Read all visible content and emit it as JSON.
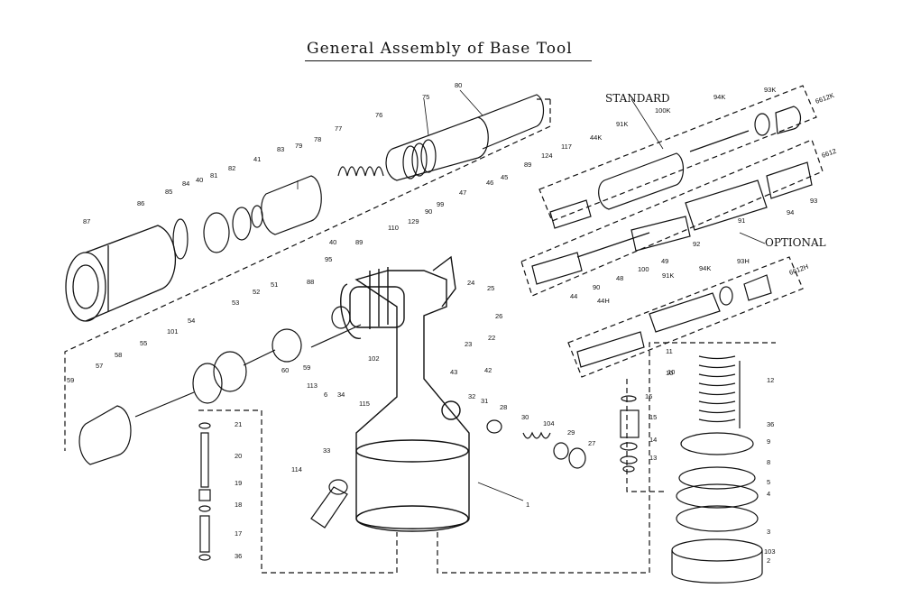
{
  "title": "General Assembly of Base Tool",
  "kit_labels": {
    "standard": "STANDARD",
    "optional": "OPTIONAL",
    "k": "6612K",
    "plain": "6612",
    "h": "6612H"
  },
  "part_numbers": [
    "80",
    "75",
    "76",
    "77",
    "78",
    "79",
    "83",
    "41",
    "82",
    "81",
    "40",
    "84",
    "85",
    "86",
    "87",
    "129",
    "110",
    "89",
    "95",
    "40",
    "88",
    "99",
    "90",
    "47",
    "46",
    "45",
    "89",
    "124",
    "117",
    "44K",
    "91K",
    "100K",
    "94K",
    "93K",
    "93",
    "94",
    "91",
    "92",
    "49",
    "100",
    "48",
    "90",
    "44",
    "91K",
    "94K",
    "93H",
    "44H",
    "51",
    "52",
    "53",
    "54",
    "101",
    "55",
    "60",
    "59",
    "58",
    "57",
    "59",
    "113",
    "6",
    "34",
    "115",
    "102",
    "24",
    "25",
    "26",
    "23",
    "22",
    "43",
    "42",
    "33",
    "114",
    "32",
    "31",
    "28",
    "30",
    "104",
    "29",
    "27",
    "21",
    "20",
    "19",
    "18",
    "17",
    "36",
    "16",
    "15",
    "14",
    "13",
    "10",
    "11",
    "10",
    "12",
    "36",
    "9",
    "8",
    "5",
    "4",
    "3",
    "103",
    "2",
    "1"
  ]
}
